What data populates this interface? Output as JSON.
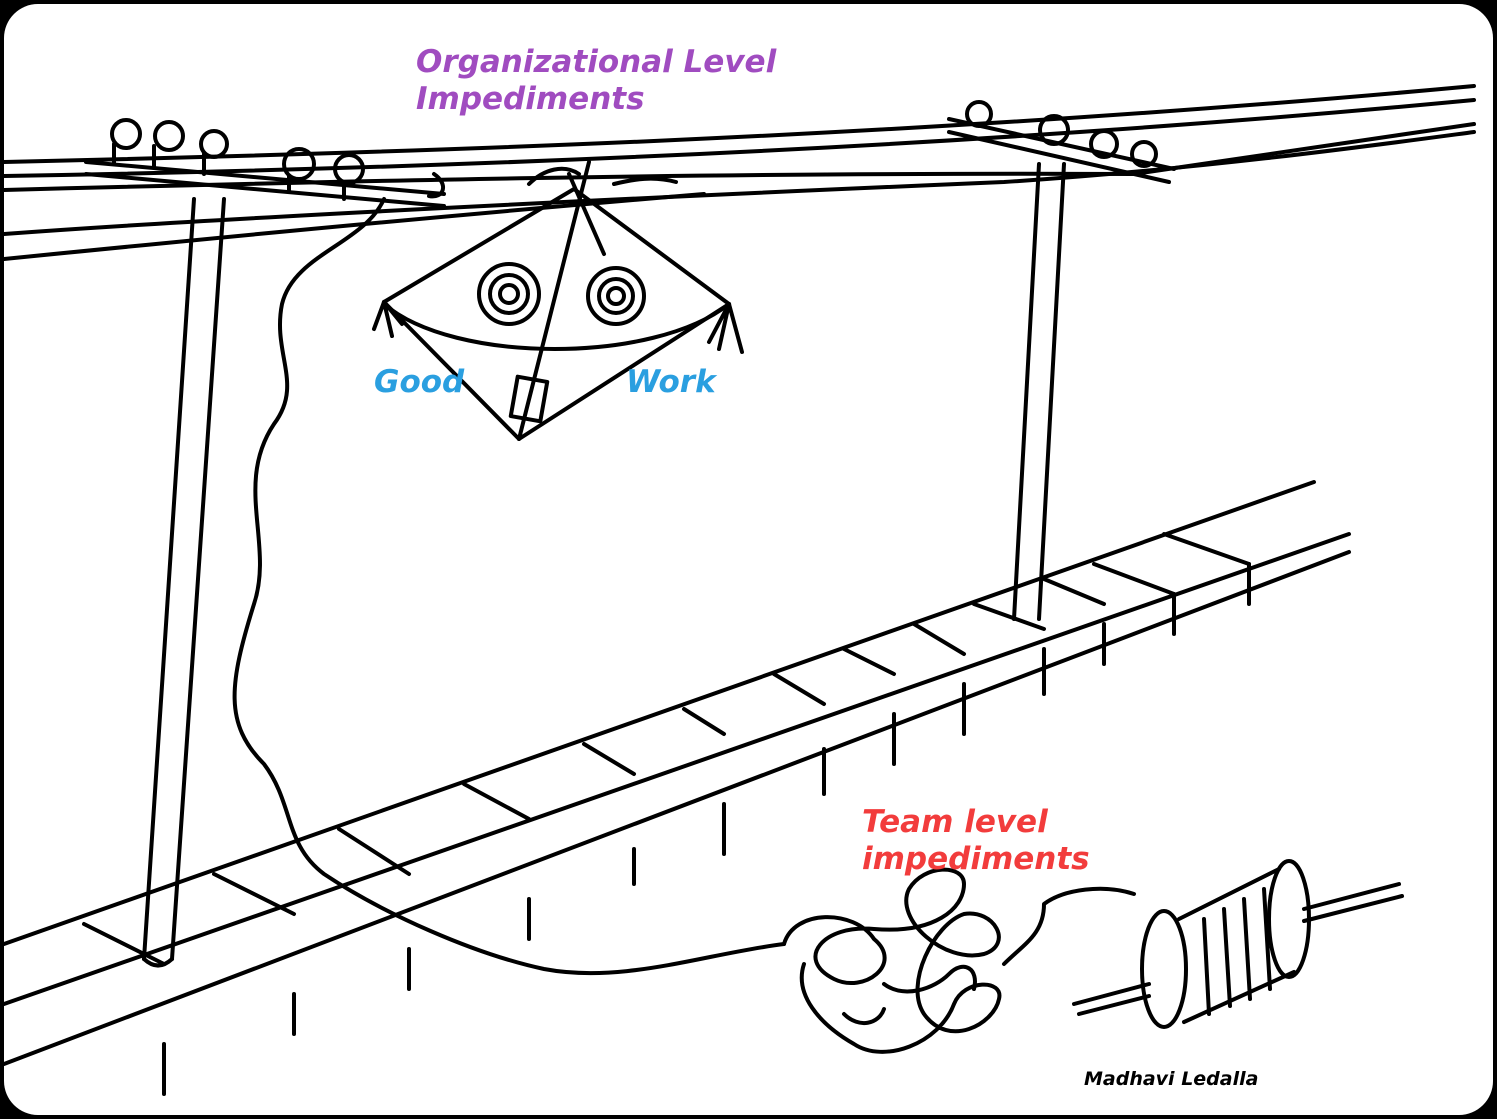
{
  "labels": {
    "org_line1": "Organizational Level",
    "org_line2": "Impediments",
    "good": "Good",
    "work": "Work",
    "team_line1": "Team level",
    "team_line2": "impediments",
    "signature": "Madhavi Ledalla"
  },
  "colors": {
    "org_label": "#a04cc0",
    "kite_labels": "#2a9fe0",
    "team_label": "#f23c3c",
    "signature": "#000000",
    "ink": "#000000",
    "background": "#ffffff"
  }
}
